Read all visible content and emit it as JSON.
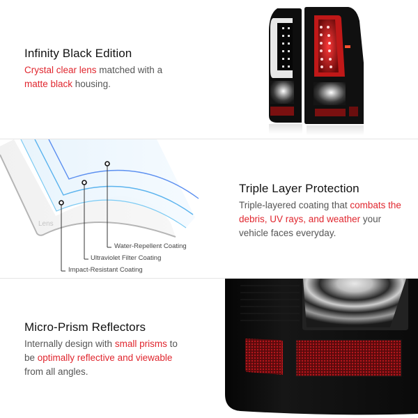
{
  "sections": [
    {
      "title": "Infinity Black Edition",
      "desc_parts": [
        {
          "text": "Crystal clear lens",
          "highlight": true
        },
        {
          "text": " matched with a ",
          "highlight": false
        },
        {
          "text": "matte black",
          "highlight": true
        },
        {
          "text": " housing.",
          "highlight": false
        }
      ],
      "image": "tail-light-pair"
    },
    {
      "title": "Triple Layer Protection",
      "desc_parts": [
        {
          "text": "Triple-layered coating that ",
          "highlight": false
        },
        {
          "text": "combats the debris, UV rays, and weather",
          "highlight": true
        },
        {
          "text": " your vehicle faces everyday.",
          "highlight": false
        }
      ],
      "diagram": {
        "lens_label": "Lens",
        "coatings": [
          {
            "label": "Water-Repellent Coating"
          },
          {
            "label": "Ultraviolet Filter Coating"
          },
          {
            "label": "Impact-Resistant Coating"
          }
        ]
      }
    },
    {
      "title": "Micro-Prism Reflectors",
      "desc_parts": [
        {
          "text": "Internally design with ",
          "highlight": false
        },
        {
          "text": "small prisms",
          "highlight": true
        },
        {
          "text": " to be ",
          "highlight": false
        },
        {
          "text": "optimally reflective and viewable",
          "highlight": true
        },
        {
          "text": " from all angles.",
          "highlight": false
        }
      ],
      "image": "reflector-closeup"
    }
  ],
  "colors": {
    "highlight": "#e0262e",
    "body_text": "#555555",
    "title_text": "#111111",
    "coating_blue": "#5aa9f0"
  }
}
